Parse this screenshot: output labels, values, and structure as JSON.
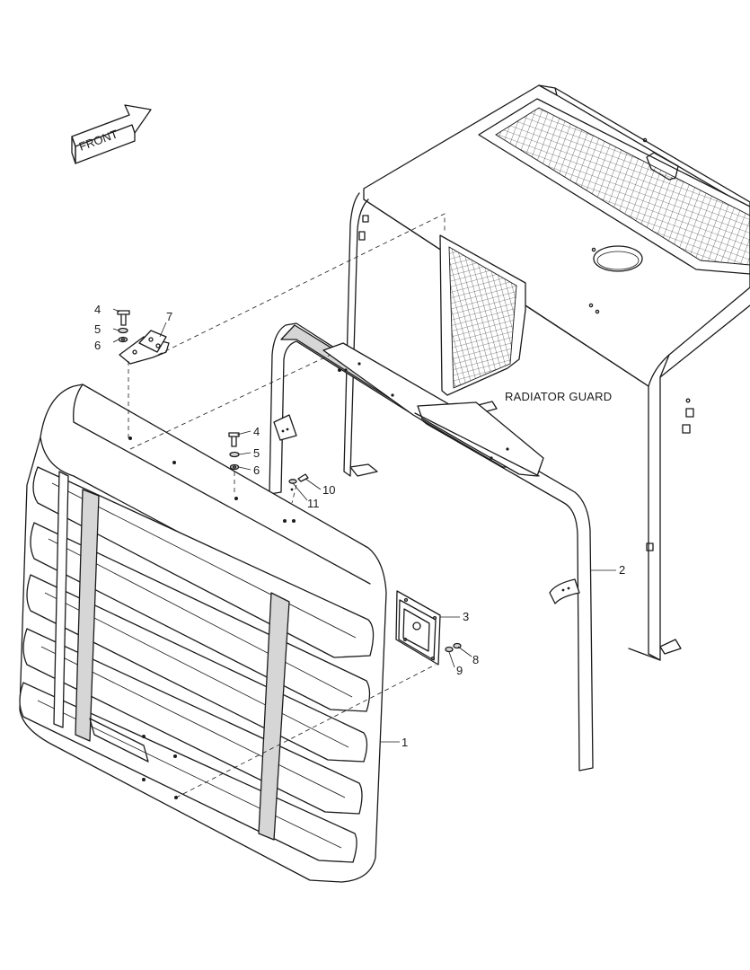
{
  "diagram": {
    "front_label": "FRONT",
    "radiator_guard_label": "RADIATOR GUARD",
    "callouts": {
      "grille": "1",
      "frame": "2",
      "latch_plate": "3",
      "bolt_left": "4",
      "washer_left": "5",
      "lockwasher_left": "6",
      "hinge": "7",
      "bolt_right": "4",
      "washer_right": "5",
      "lockwasher_right": "6",
      "nut": "8",
      "washer": "9",
      "screw": "10",
      "bracket_nut": "11"
    }
  }
}
